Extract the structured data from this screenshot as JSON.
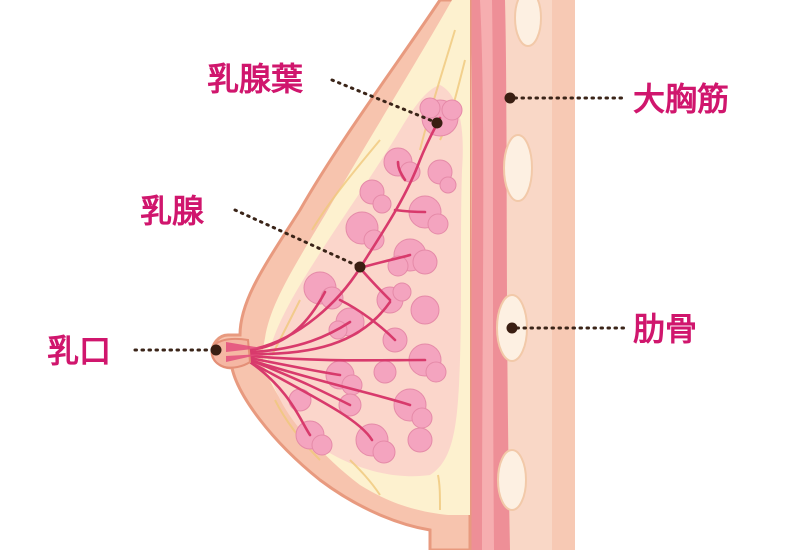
{
  "labels": {
    "lobule": "乳腺葉",
    "gland": "乳腺",
    "nipple": "乳口",
    "pectoral": "大胸筋",
    "rib": "肋骨"
  },
  "colors": {
    "label": "#d0166d",
    "skin": "#f7c4ae",
    "skin_outline": "#e89a7f",
    "fat": "#fdf1cf",
    "gland_area": "#fbd6cb",
    "lobule": "#f4a4bf",
    "duct": "#d83a6c",
    "muscle": "#ee8f97",
    "muscle_light": "#f6b9b3",
    "rib": "#fbe7d3",
    "leader": "#3a2418"
  }
}
